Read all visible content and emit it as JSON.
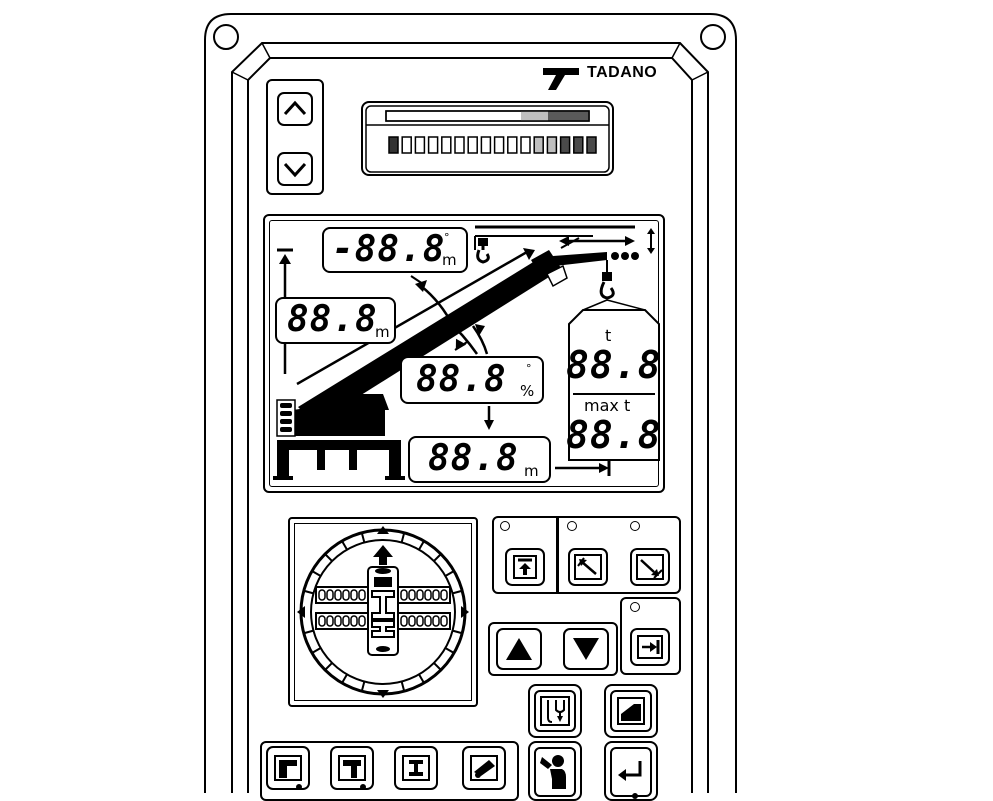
{
  "brand": {
    "name": "TADANO",
    "logo_icon": "tadano-logo-icon"
  },
  "scroll_buttons": {
    "up_icon": "chevron-up-icon",
    "down_icon": "chevron-down-icon"
  },
  "load_bar": {
    "segments_total": 16,
    "segments_light_from": 11,
    "segments_dark_from": 13
  },
  "display": {
    "hook_height": {
      "value": "-88.8",
      "unit_top": "°",
      "unit": "m"
    },
    "boom_length": {
      "value": "88.8",
      "unit": "m"
    },
    "boom_angle": {
      "value": "88.8",
      "unit_top": "°",
      "unit": "%"
    },
    "working_radius": {
      "value": "88.8",
      "unit": "m"
    },
    "load": {
      "actual_label": "t",
      "actual_value": "88.8",
      "max_label": "max t",
      "max_value": "88.8"
    }
  },
  "function_buttons": {
    "height_limit_icon": "height-limit-icon",
    "angle_up_limit_icon": "angle-up-limit-icon",
    "angle_down_limit_icon": "angle-down-limit-icon",
    "radius_limit_icon": "radius-limit-icon",
    "increase_icon": "triangle-up-icon",
    "decrease_icon": "triangle-down-icon",
    "hoist_icon": "hoist-rope-icon",
    "display_switch_icon": "display-switch-icon",
    "operator_icon": "operator-icon",
    "enter_icon": "enter-icon"
  },
  "outrigger_buttons": [
    {
      "icon": "outrigger-full-icon"
    },
    {
      "icon": "outrigger-middle-icon"
    },
    {
      "icon": "outrigger-min-icon"
    },
    {
      "icon": "on-tire-icon"
    }
  ]
}
